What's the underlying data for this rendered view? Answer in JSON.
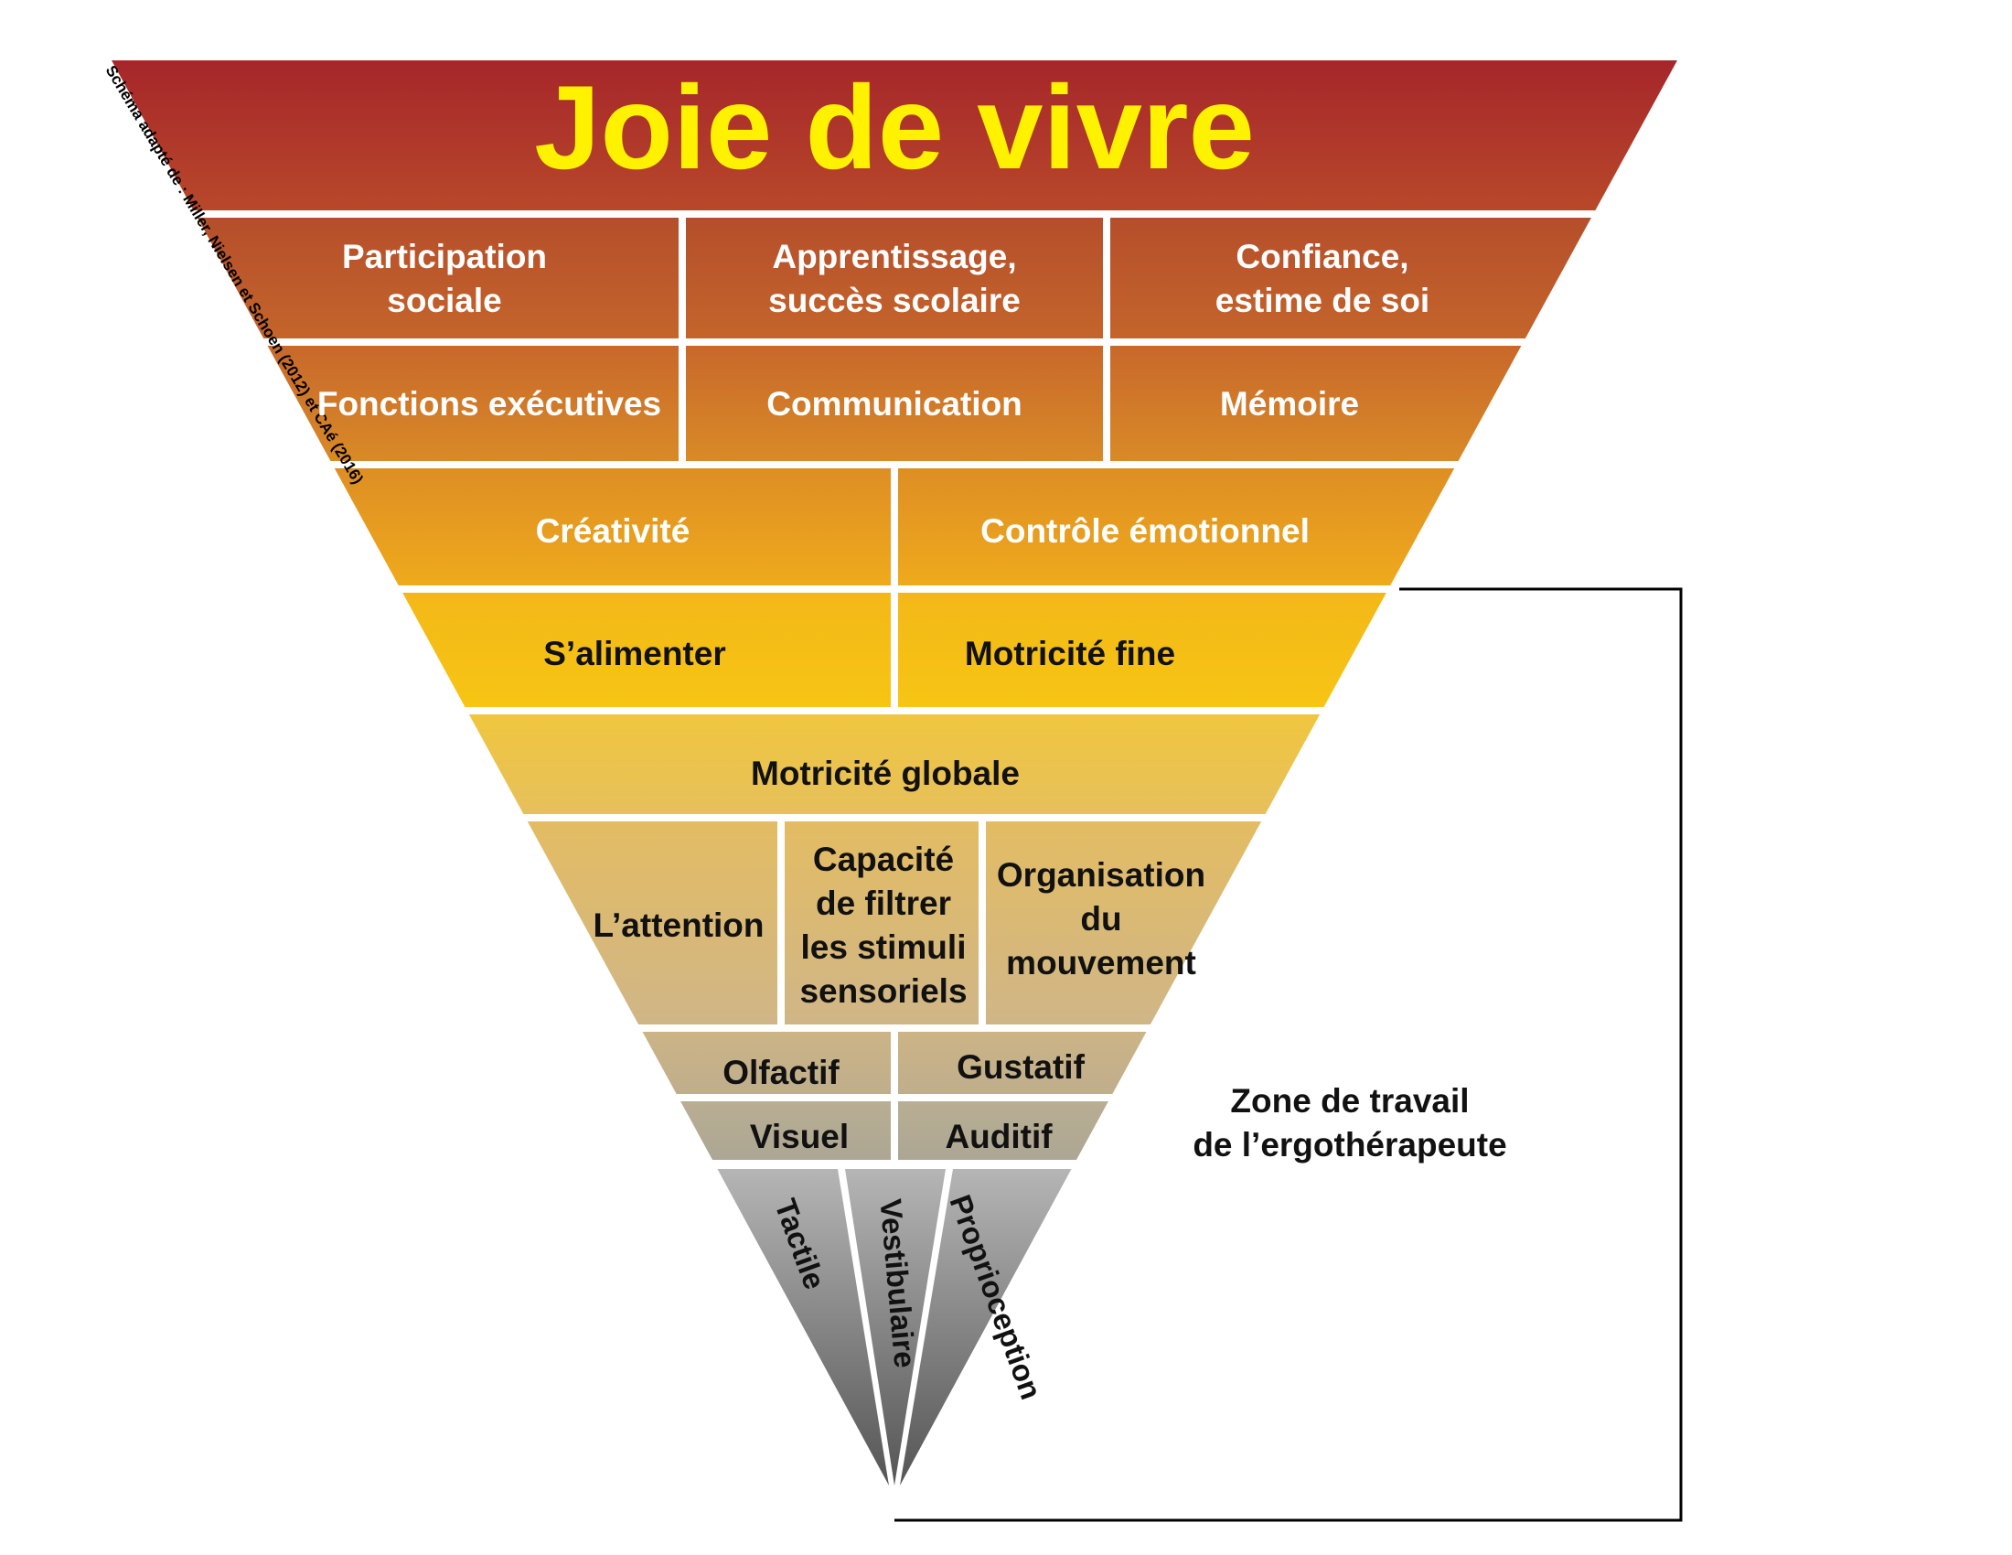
{
  "title": "Joie de vivre",
  "credit": "Schéma adapté de : Miller, Nielsen et Schoen (2012) et CAé (2016)",
  "levels": {
    "r1": [
      {
        "key": "participation",
        "lines": [
          "Participation",
          "sociale"
        ]
      },
      {
        "key": "apprentissage",
        "lines": [
          "Apprentissage,",
          "succès scolaire"
        ]
      },
      {
        "key": "confiance",
        "lines": [
          "Confiance,",
          "estime de soi"
        ]
      }
    ],
    "r2": [
      {
        "key": "fonctions-executives",
        "lines": [
          "Fonctions exécutives"
        ]
      },
      {
        "key": "communication",
        "lines": [
          "Communication"
        ]
      },
      {
        "key": "memoire",
        "lines": [
          "Mémoire"
        ]
      }
    ],
    "r3": [
      {
        "key": "creativite",
        "lines": [
          "Créativité"
        ]
      },
      {
        "key": "controle-emotionnel",
        "lines": [
          "Contrôle émotionnel"
        ]
      }
    ],
    "r4": [
      {
        "key": "salimenter",
        "lines": [
          "S’alimenter"
        ]
      },
      {
        "key": "motricite-fine",
        "lines": [
          "Motricité fine"
        ]
      }
    ],
    "r5": [
      {
        "key": "motricite-globale",
        "lines": [
          "Motricité globale"
        ]
      }
    ],
    "r6": [
      {
        "key": "attention",
        "lines": [
          "L’attention"
        ]
      },
      {
        "key": "filtrer-stimuli",
        "lines": [
          "Capacité",
          "de filtrer",
          "les stimuli",
          "sensoriels"
        ]
      },
      {
        "key": "organisation-mouvement",
        "lines": [
          "Organisation",
          "du",
          "mouvement"
        ]
      }
    ],
    "r7": [
      {
        "key": "olfactif",
        "lines": [
          "Olfactif"
        ]
      },
      {
        "key": "gustatif",
        "lines": [
          "Gustatif"
        ]
      }
    ],
    "r8": [
      {
        "key": "visuel",
        "lines": [
          "Visuel"
        ]
      },
      {
        "key": "auditif",
        "lines": [
          "Auditif"
        ]
      }
    ],
    "r9": [
      {
        "key": "tactile",
        "lines": [
          "Tactile"
        ]
      },
      {
        "key": "vestibulaire",
        "lines": [
          "Vestibulaire"
        ]
      },
      {
        "key": "proprioception",
        "lines": [
          "Proprioception"
        ]
      }
    ]
  },
  "zone": {
    "lines": [
      "Zone de travail",
      "de l’ergothérapeute"
    ]
  },
  "colors": {
    "title_text": "#FFF200",
    "band_top": "#A6262A",
    "band_orange": "#D7852A",
    "band_yellow": "#F6C21A",
    "band_tan": "#D7BC7F",
    "band_grey": "#B6AE95",
    "tip_grey": "#5E5E5E",
    "white_text": "#FFFFFF",
    "dark_text": "#111111"
  }
}
